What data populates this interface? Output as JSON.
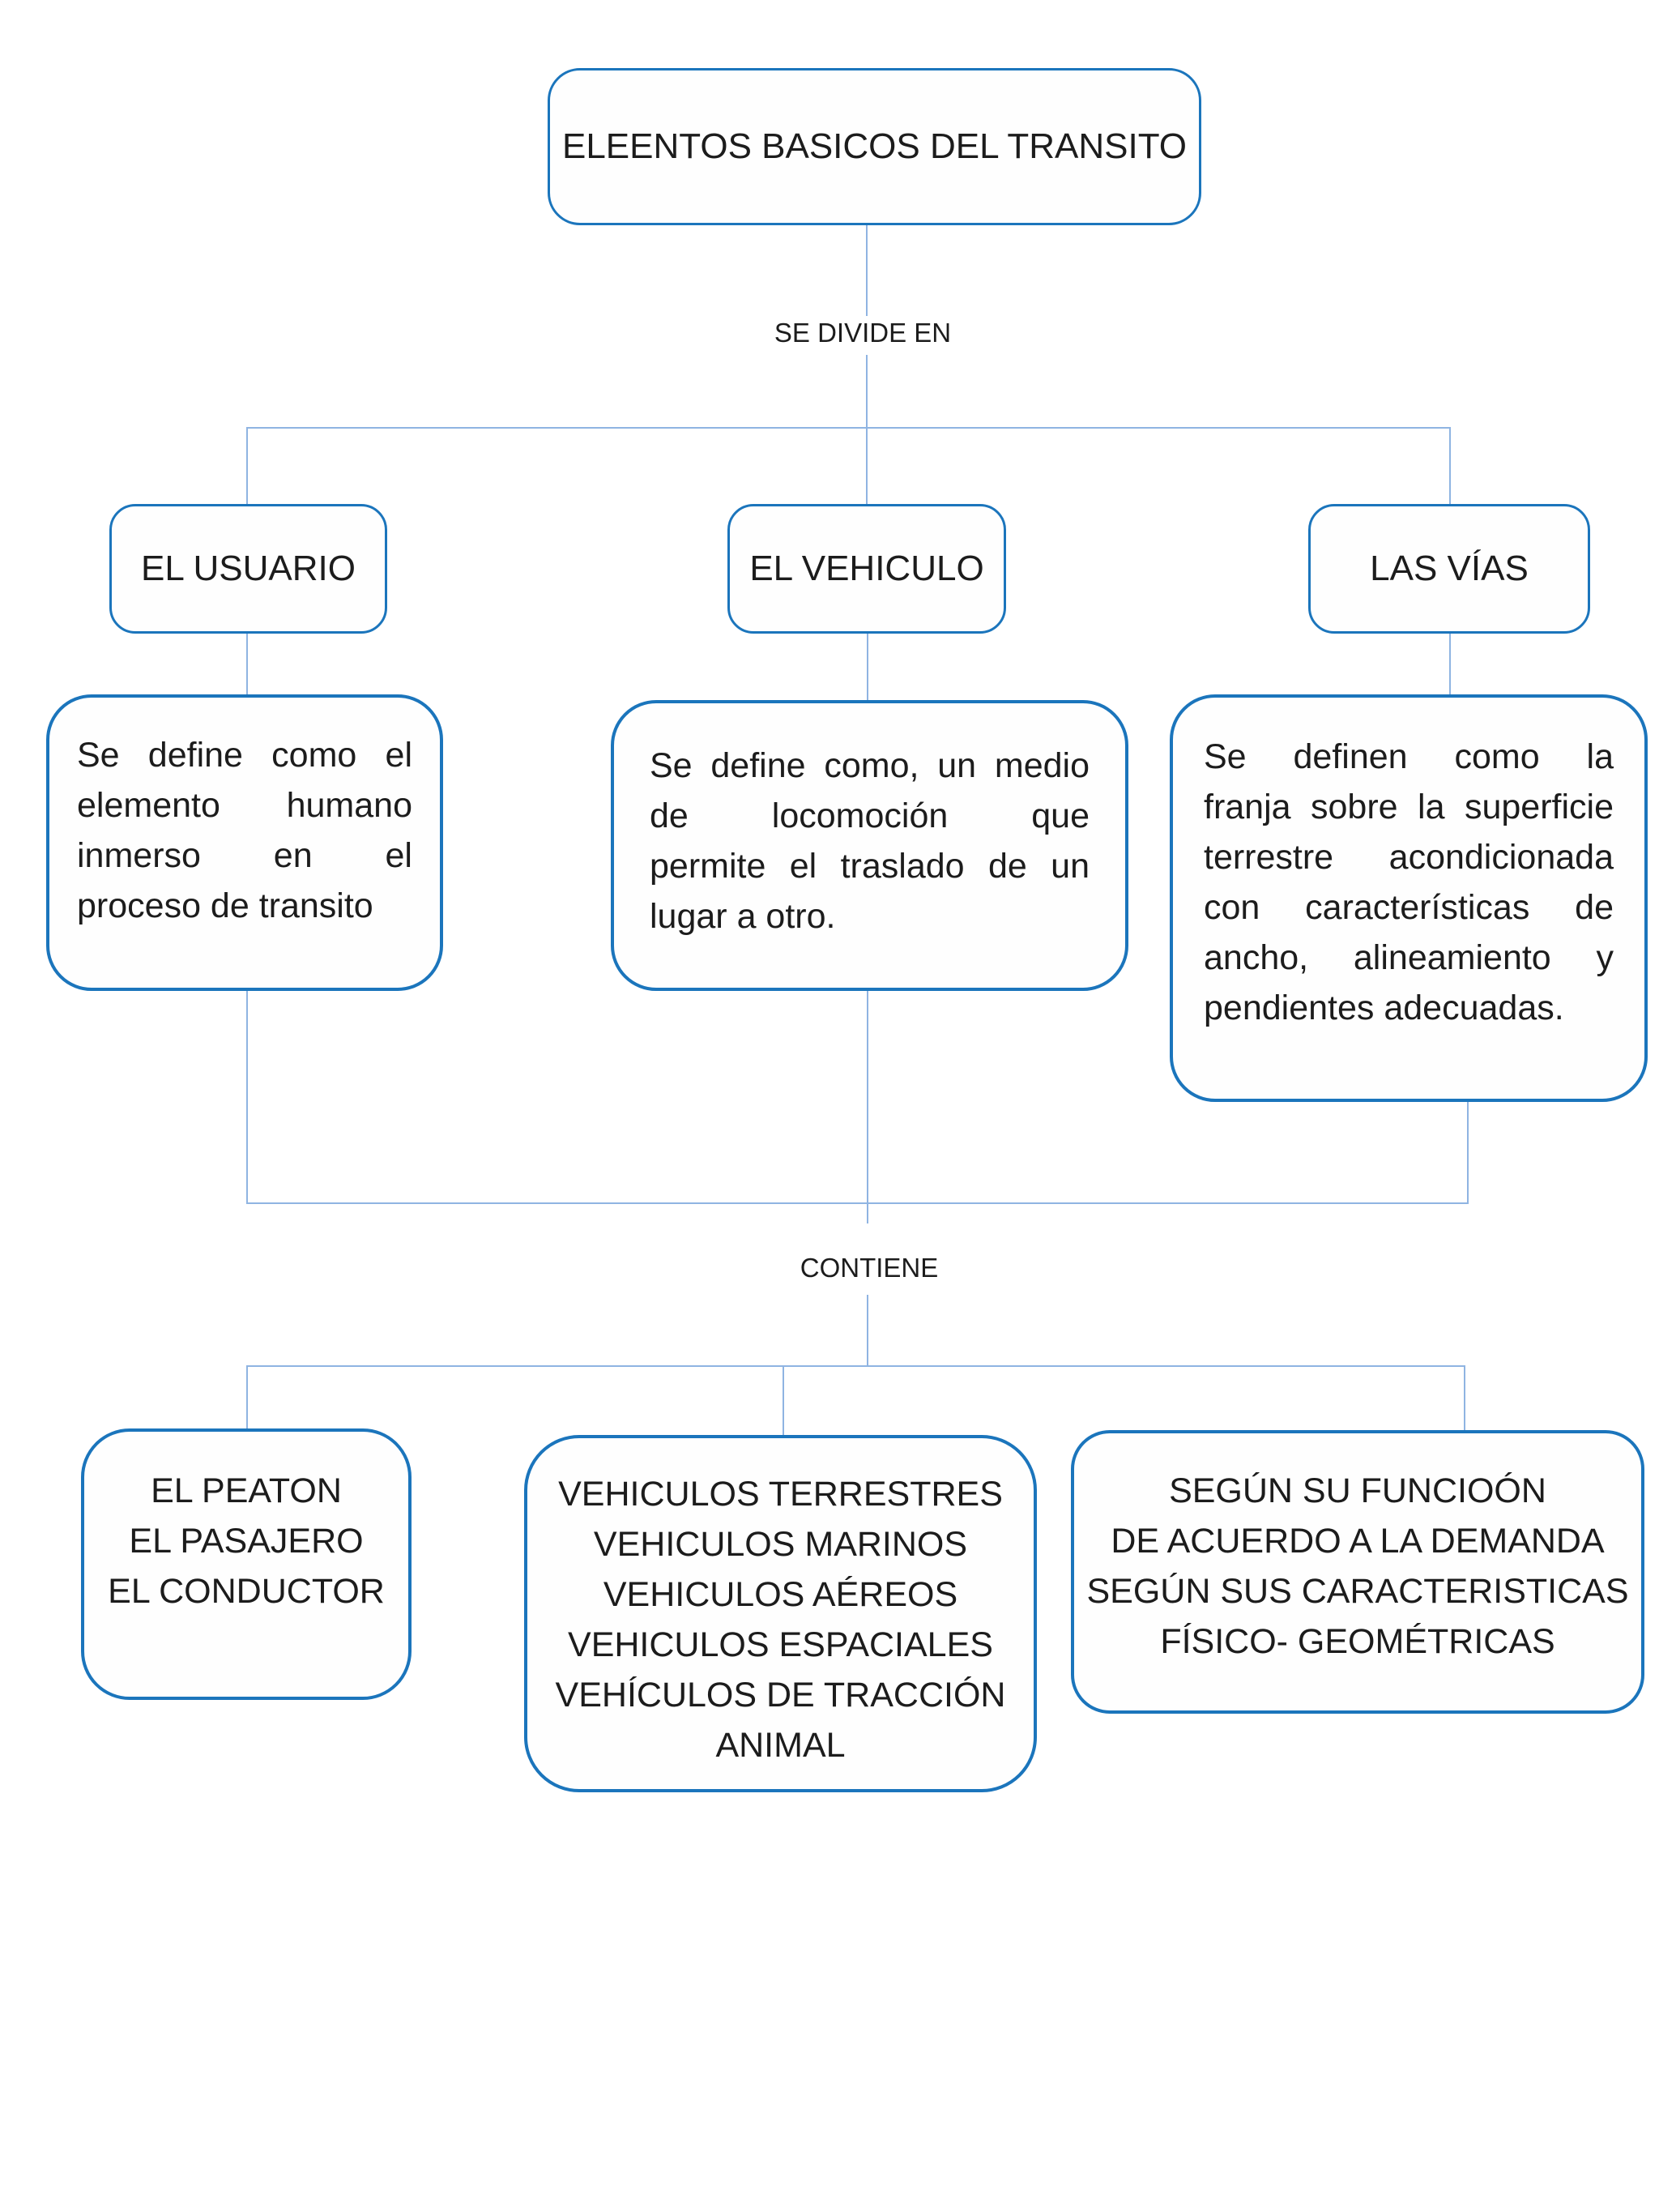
{
  "title": "ELEENTOS BASICOS DEL TRANSITO",
  "flow_labels": {
    "divide": "SE DIVIDE EN",
    "contain": "CONTIENE"
  },
  "categories": [
    {
      "label": "EL USUARIO"
    },
    {
      "label": "EL VEHICULO"
    },
    {
      "label": "LAS VÍAS"
    }
  ],
  "definitions": [
    {
      "lines": [
        "Se define como el",
        "elemento humano",
        "inmerso en el",
        "proceso de transito"
      ]
    },
    {
      "lines": [
        "Se define como, un medio",
        "de locomoción que",
        "permite el traslado de un",
        "lugar a otro."
      ]
    },
    {
      "lines": [
        "Se definen como la",
        "franja sobre la superficie",
        "terrestre acondicionada",
        "con características de",
        "ancho, alineamiento y",
        "pendientes adecuadas."
      ]
    }
  ],
  "contents": [
    {
      "lines": [
        "EL PEATON",
        "EL PASAJERO",
        "EL CONDUCTOR"
      ]
    },
    {
      "lines": [
        "VEHICULOS TERRESTRES",
        "VEHICULOS MARINOS",
        "VEHICULOS AÉREOS",
        "VEHICULOS ESPACIALES",
        "VEHÍCULOS DE TRACCIÓN",
        "ANIMAL"
      ]
    },
    {
      "lines": [
        "SEGÚN SU FUNCIOÓN",
        "DE ACUERDO A LA DEMANDA",
        "SEGÚN SUS CARACTERISTICAS",
        "FÍSICO- GEOMÉTRICAS"
      ]
    }
  ],
  "colors": {
    "box_border": "#1b75bc",
    "connector_line": "#8fb4e2",
    "text": "#1c1c1c",
    "background": "#ffffff"
  }
}
